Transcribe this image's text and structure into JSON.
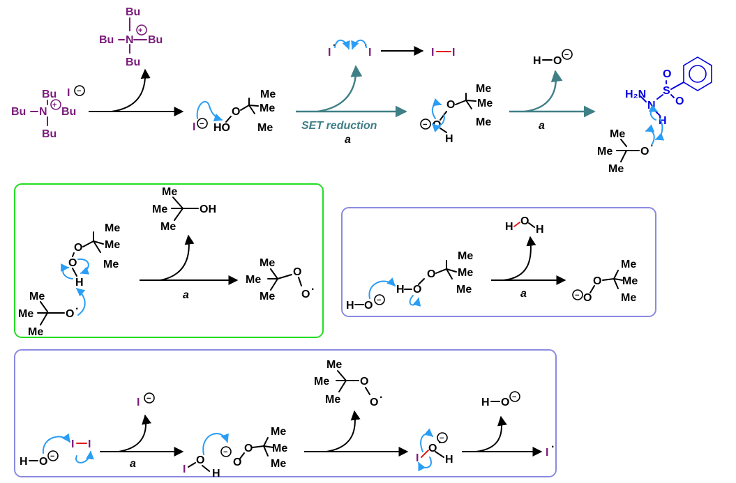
{
  "colors": {
    "ammonium": "#7a1a7a",
    "sulfonohydrazide": "#0000e0",
    "electron_push_arrow": "#2a9df4",
    "bond_being_broken": "#e01a1a",
    "set_arrow": "#3f7f86",
    "box_green": "#22dd22",
    "box_lavender": "#8a8ae0"
  },
  "labels": {
    "set_reduction": "SET reduction",
    "cond": "a"
  },
  "atoms": {
    "bu": "Bu",
    "me": "Me",
    "n": "N",
    "i": "I",
    "o": "O",
    "h": "H",
    "ho": "HO",
    "oh": "OH",
    "s": "S",
    "h2n": "H₂N",
    "plus": "+",
    "minus": "−",
    "dot": "·"
  }
}
